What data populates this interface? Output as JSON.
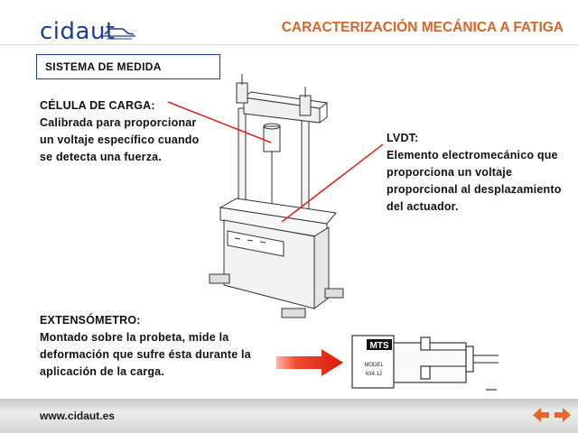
{
  "header": {
    "logo": "cidaut",
    "title": "CARACTERIZACIÓN MECÁNICA A FATIGA"
  },
  "section": {
    "label": "SISTEMA DE MEDIDA"
  },
  "load_cell": {
    "title": "CÉLULA DE CARGA:",
    "lines": [
      "Calibrada para proporcionar",
      "un voltaje específico cuando",
      "se detecta una fuerza."
    ]
  },
  "lvdt": {
    "title": "LVDT:",
    "lines": [
      "Elemento electromecánico que",
      "proporciona un voltaje",
      "proporcional al desplazamiento",
      "del actuador."
    ]
  },
  "extensometer": {
    "title": "EXTENSÓMETRO:",
    "lines": [
      "Montado sobre la probeta, mide  la",
      "deformación que sufre ésta durante la",
      "aplicación de la carga."
    ]
  },
  "device_label": {
    "brand": "MTS",
    "model": "MODEL",
    "number": "634.12"
  },
  "footer": {
    "url": "www.cidaut.es"
  },
  "icons": {
    "back": "arrow-left-icon",
    "forward": "arrow-right-icon",
    "accent_color": "#d9642a",
    "brand_color": "#1f3f8f"
  }
}
